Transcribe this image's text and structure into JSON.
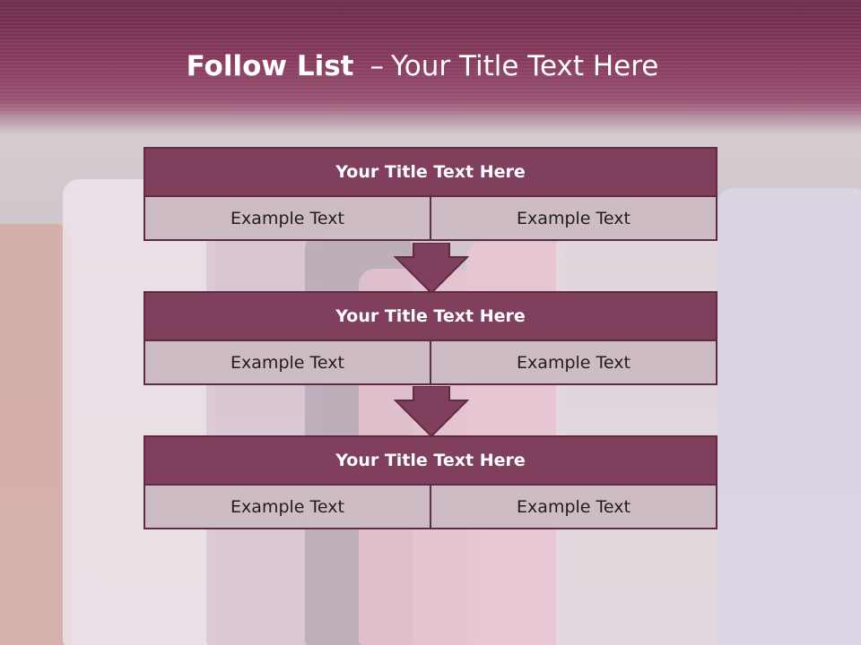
{
  "slide": {
    "title_bold": "Follow List",
    "title_separator": "–",
    "title_rest": "Your Title Text Here"
  },
  "blocks": [
    {
      "title": "Your Title Text Here",
      "left": "Example Text",
      "right": "Example Text"
    },
    {
      "title": "Your Title Text Here",
      "left": "Example Text",
      "right": "Example Text"
    },
    {
      "title": "Your Title Text Here",
      "left": "Example Text",
      "right": "Example Text"
    }
  ],
  "colors": {
    "header_band": "#8a3d5f",
    "block_header": "#7f3f5d",
    "block_border": "#5e2b43",
    "cell_fill": "#cdbcc4",
    "arrow_fill": "#7f3f5d"
  },
  "background_image": "shirts-on-hangers"
}
